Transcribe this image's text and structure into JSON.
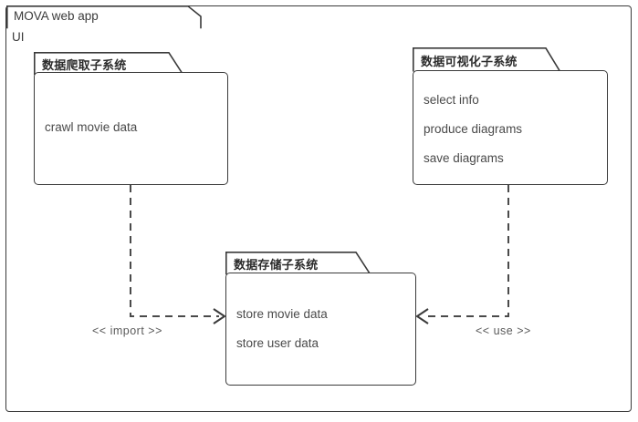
{
  "diagram": {
    "type": "uml-package-diagram",
    "frame": {
      "tab_label": "MOVA web app",
      "inner_label": "UI"
    },
    "packages": [
      {
        "id": "crawler",
        "title": "数据爬取子系统",
        "items": [
          "crawl movie data"
        ]
      },
      {
        "id": "visualization",
        "title": "数据可视化子系统",
        "items": [
          "select info",
          "produce diagrams",
          "save diagrams"
        ]
      },
      {
        "id": "storage",
        "title": "数据存储子系统",
        "items": [
          "store movie data",
          "store user data"
        ]
      }
    ],
    "connectors": [
      {
        "id": "import",
        "label": "<< import >>",
        "from": "crawler",
        "to": "storage",
        "style": "dashed",
        "arrow": "open"
      },
      {
        "id": "use",
        "label": "<< use >>",
        "from": "visualization",
        "to": "storage",
        "style": "dashed",
        "arrow": "open"
      }
    ],
    "colors": {
      "stroke": "#3a3a3a",
      "text": "#4a4a4a",
      "title_text": "#2b2b2b",
      "connector": "#4a4a4a",
      "background": "#ffffff"
    }
  }
}
